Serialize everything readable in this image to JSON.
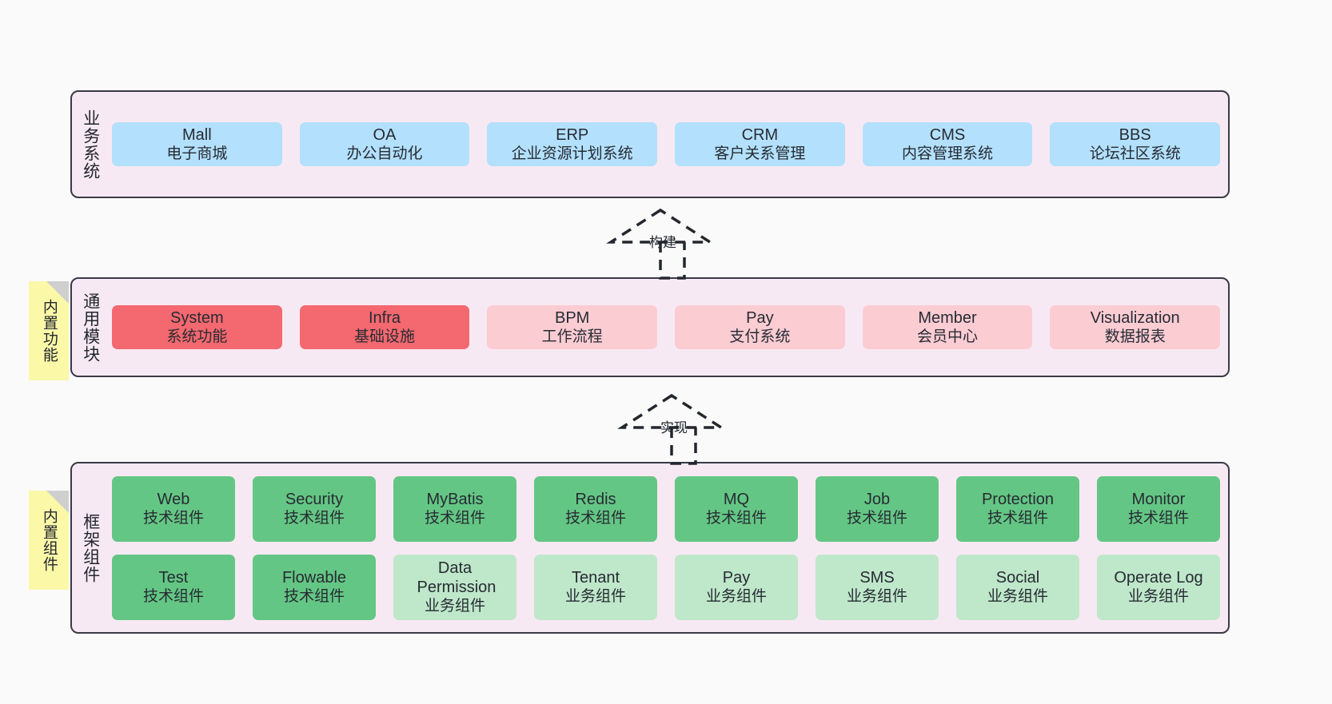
{
  "diagram": {
    "background": "#fafafa",
    "palette": {
      "container_bg": "#f7e9f3",
      "container_border": "#3a3a45",
      "blue": "#b3e0fc",
      "red": "#f4686f",
      "pink": "#fcccd3",
      "green": "#64c684",
      "light_green": "#bfe7ca",
      "sticky_yellow": "#fbf8a8",
      "fold_gray": "#cfcfcf"
    }
  },
  "layers": [
    {
      "id": "business-systems",
      "title": "业务系统",
      "rows": [
        [
          {
            "en": "Mall",
            "cn": "电子商城",
            "color": "blue"
          },
          {
            "en": "OA",
            "cn": "办公自动化",
            "color": "blue"
          },
          {
            "en": "ERP",
            "cn": "企业资源计划系统",
            "color": "blue"
          },
          {
            "en": "CRM",
            "cn": "客户关系管理",
            "color": "blue"
          },
          {
            "en": "CMS",
            "cn": "内容管理系统",
            "color": "blue"
          },
          {
            "en": "BBS",
            "cn": "论坛社区系统",
            "color": "blue"
          }
        ]
      ]
    },
    {
      "id": "common-modules",
      "title": "通用模块",
      "sticky": "内置功能",
      "rows": [
        [
          {
            "en": "System",
            "cn": "系统功能",
            "color": "red"
          },
          {
            "en": "Infra",
            "cn": "基础设施",
            "color": "red"
          },
          {
            "en": "BPM",
            "cn": "工作流程",
            "color": "pink"
          },
          {
            "en": "Pay",
            "cn": "支付系统",
            "color": "pink"
          },
          {
            "en": "Member",
            "cn": "会员中心",
            "color": "pink"
          },
          {
            "en": "Visualization",
            "cn": "数据报表",
            "color": "pink"
          }
        ]
      ]
    },
    {
      "id": "framework-components",
      "title": "框架组件",
      "sticky": "内置组件",
      "rows": [
        [
          {
            "en": "Web",
            "cn": "技术组件",
            "color": "green"
          },
          {
            "en": "Security",
            "cn": "技术组件",
            "color": "green"
          },
          {
            "en": "MyBatis",
            "cn": "技术组件",
            "color": "green"
          },
          {
            "en": "Redis",
            "cn": "技术组件",
            "color": "green"
          },
          {
            "en": "MQ",
            "cn": "技术组件",
            "color": "green"
          },
          {
            "en": "Job",
            "cn": "技术组件",
            "color": "green"
          },
          {
            "en": "Protection",
            "cn": "技术组件",
            "color": "green"
          },
          {
            "en": "Monitor",
            "cn": "技术组件",
            "color": "green"
          }
        ],
        [
          {
            "en": "Test",
            "cn": "技术组件",
            "color": "green"
          },
          {
            "en": "Flowable",
            "cn": "技术组件",
            "color": "green"
          },
          {
            "en": "Data Permission",
            "cn": "业务组件",
            "color": "light_green"
          },
          {
            "en": "Tenant",
            "cn": "业务组件",
            "color": "light_green"
          },
          {
            "en": "Pay",
            "cn": "业务组件",
            "color": "light_green"
          },
          {
            "en": "SMS",
            "cn": "业务组件",
            "color": "light_green"
          },
          {
            "en": "Social",
            "cn": "业务组件",
            "color": "light_green"
          },
          {
            "en": "Operate Log",
            "cn": "业务组件",
            "color": "light_green"
          }
        ]
      ]
    }
  ],
  "connectors": [
    {
      "id": "build",
      "label": "构建",
      "from": "common-modules",
      "to": "business-systems",
      "style": "dashed-generalization"
    },
    {
      "id": "implement",
      "label": "实现",
      "from": "framework-components",
      "to": "common-modules",
      "style": "dashed-generalization"
    }
  ]
}
